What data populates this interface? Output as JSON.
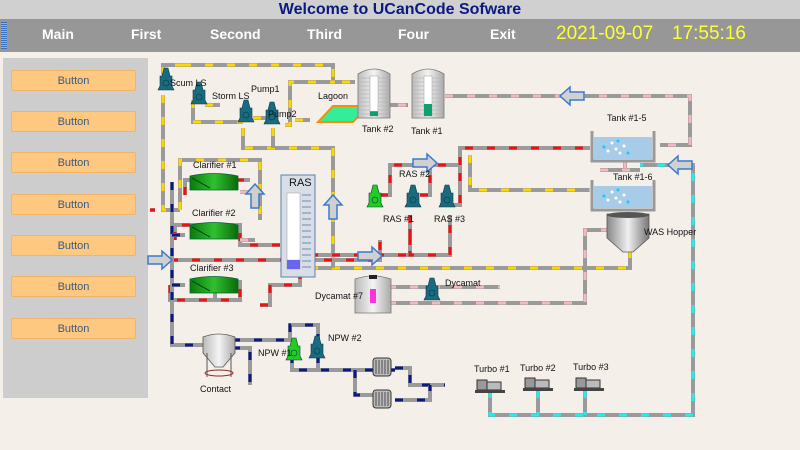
{
  "title": "Welcome to UCanCode Sofware",
  "nav": {
    "items": [
      "Main",
      "First",
      "Second",
      "Third",
      "Four",
      "Exit"
    ],
    "date": "2021-09-07",
    "time": "17:55:16"
  },
  "sidebar": {
    "buttons": [
      "Button",
      "Button",
      "Button",
      "Button",
      "Button",
      "Button",
      "Button"
    ]
  },
  "diagram": {
    "labels": {
      "scum_ls": "Scum LS",
      "storm_ls": "Storm LS",
      "pump1": "Pump1",
      "pump2": "Pump2",
      "lagoon": "Lagoon",
      "tank2": "Tank #2",
      "tank1": "Tank #1",
      "tank1_5": "Tank #1-5",
      "tank1_6": "Tank #1-6",
      "was_hopper": "WAS Hopper",
      "clarifier1": "Clarifier #1",
      "clarifier2": "Clarifier #2",
      "clarifier3": "Clarifier #3",
      "ras": "RAS",
      "ras1": "RAS #1",
      "ras2": "RAS #2",
      "ras3": "RAS #3",
      "dycamat7": "Dycamat #7",
      "dycamat": "Dycamat",
      "contact": "Contact",
      "npw1": "NPW #1",
      "npw2": "NPW #2",
      "turbo1": "Turbo #1",
      "turbo2": "Turbo #2",
      "turbo3": "Turbo #3"
    },
    "levels": {
      "tank2": 0.12,
      "tank1": 0.3,
      "ras": 0.12
    },
    "pump_states": {
      "scum_ls": "off",
      "storm_ls": "off",
      "pump1": "off",
      "pump2": "off",
      "ras1": "on",
      "ras2": "off",
      "ras3": "off",
      "dycamat": "off",
      "npw1": "on",
      "npw2": "off"
    },
    "colors": {
      "pump_on": "#22cc22",
      "pump_off": "#1a6a80",
      "pipe": "#9a9a9a",
      "flow_yellow": "#ffd700",
      "flow_red": "#ee1111",
      "flow_pink": "#f4b8c0",
      "flow_navy": "#0a1a80",
      "flow_cyan": "#22eeee",
      "tank_fill": "#10a070",
      "ras_fill": "#6666ee"
    }
  }
}
